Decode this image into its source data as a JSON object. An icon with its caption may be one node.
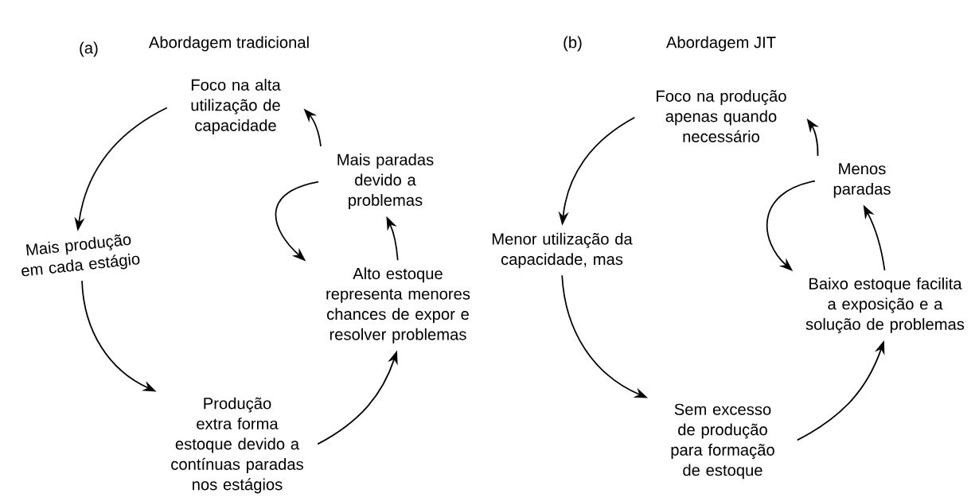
{
  "diagram": {
    "nodes": [
      {
        "text": [
          "Foco na alta utilização de capacidade"
        ]
      },
      {
        "text": [
          "Mais produção em cada estágio"
        ]
      },
      {
        "text": [
          "Produção extra forma estoque devido a contínuas paradas nos estágios"
        ]
      },
      {
        "text": [
          "Alto estoque representa menores chances de expor e resolver problemas"
        ]
      },
      {
        "text": [
          "Mais paradas devido a problemas"
        ]
      },
      {
        "text": [
          "Foco na produção apenas quando necessário"
        ]
      },
      {
        "text": [
          "Menor utilização da capacidade, mas"
        ]
      },
      {
        "text": [
          "Sem excesso de produção para formação de estoque"
        ]
      },
      {
        "text": [
          "Baixo estoque facilita a exposição e a solução de problemas"
        ]
      },
      {
        "text": [
          "Menos paradas"
        ]
      }
    ],
    "edges": [
      {
        "from": 0,
        "to": 1,
        "arrow": "to"
      },
      {
        "from": 1,
        "to": 2,
        "arrow": "to"
      },
      {
        "from": 2,
        "to": 3,
        "arrow": "to"
      },
      {
        "from": 3,
        "to": 4,
        "arrow": "to"
      },
      {
        "from": 4,
        "to": 0,
        "arrow": "to"
      },
      {
        "from": 4,
        "to": 3,
        "arrow": "to"
      },
      {
        "from": 5,
        "to": 6,
        "arrow": "to"
      },
      {
        "from": 6,
        "to": 7,
        "arrow": "to"
      },
      {
        "from": 7,
        "to": 8,
        "arrow": "to"
      },
      {
        "from": 8,
        "to": 9,
        "arrow": "to"
      },
      {
        "from": 9,
        "to": 5,
        "arrow": "to"
      },
      {
        "from": 9,
        "to": 8,
        "arrow": "to"
      }
    ],
    "labels": [
      "(a)",
      "Abordagem tradicional",
      "(b)",
      "Abordagem JIT"
    ]
  }
}
